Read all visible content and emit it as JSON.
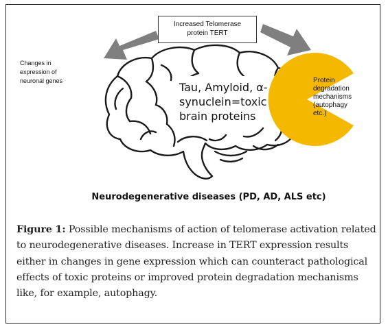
{
  "figure": {
    "telomerase_box": [
      "Increased Telomerase",
      "protein TERT"
    ],
    "changes_label": [
      "Changes in",
      "expression of",
      "neuronal genes"
    ],
    "brain_text": [
      "Tau, Amyloid, α-",
      "synuclein=toxic",
      "brain proteins"
    ],
    "degradation_text": [
      "Protein",
      "degradation",
      "mechanisms",
      "(autophagy",
      "etc.)"
    ],
    "disease_label": "Neurodegenerative diseases (PD, AD, ALS etc)"
  },
  "caption": {
    "label": "Figure 1:",
    "text": " Possible mechanisms of action of telomerase activation related to neurodegenerative diseases. Increase in TERT expression results either in changes in gene expression which can counteract pathological effects of toxic proteins or improved protein degradation mechanisms like, for example, autophagy."
  },
  "colors": {
    "arrow": "#7f7f7f",
    "pacman": "#f5b800",
    "border": "#222222"
  }
}
